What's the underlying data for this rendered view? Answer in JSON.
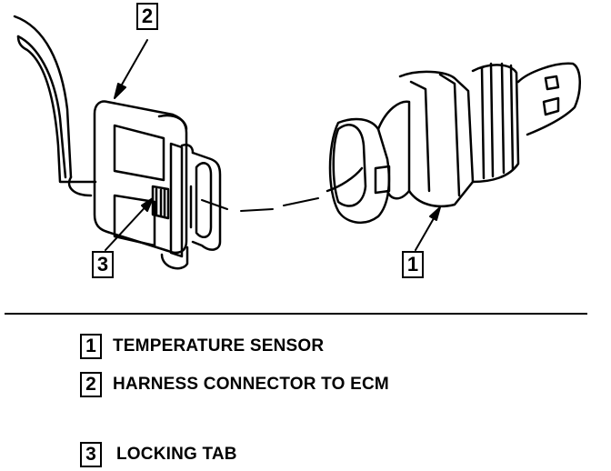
{
  "callouts": {
    "sensor": "1",
    "harness": "2",
    "tab": "3"
  },
  "legend": [
    {
      "num": "1",
      "text": "TEMPERATURE SENSOR"
    },
    {
      "num": "2",
      "text": "HARNESS CONNECTOR TO ECM"
    },
    {
      "num": "3",
      "text": "LOCKING TAB"
    }
  ]
}
